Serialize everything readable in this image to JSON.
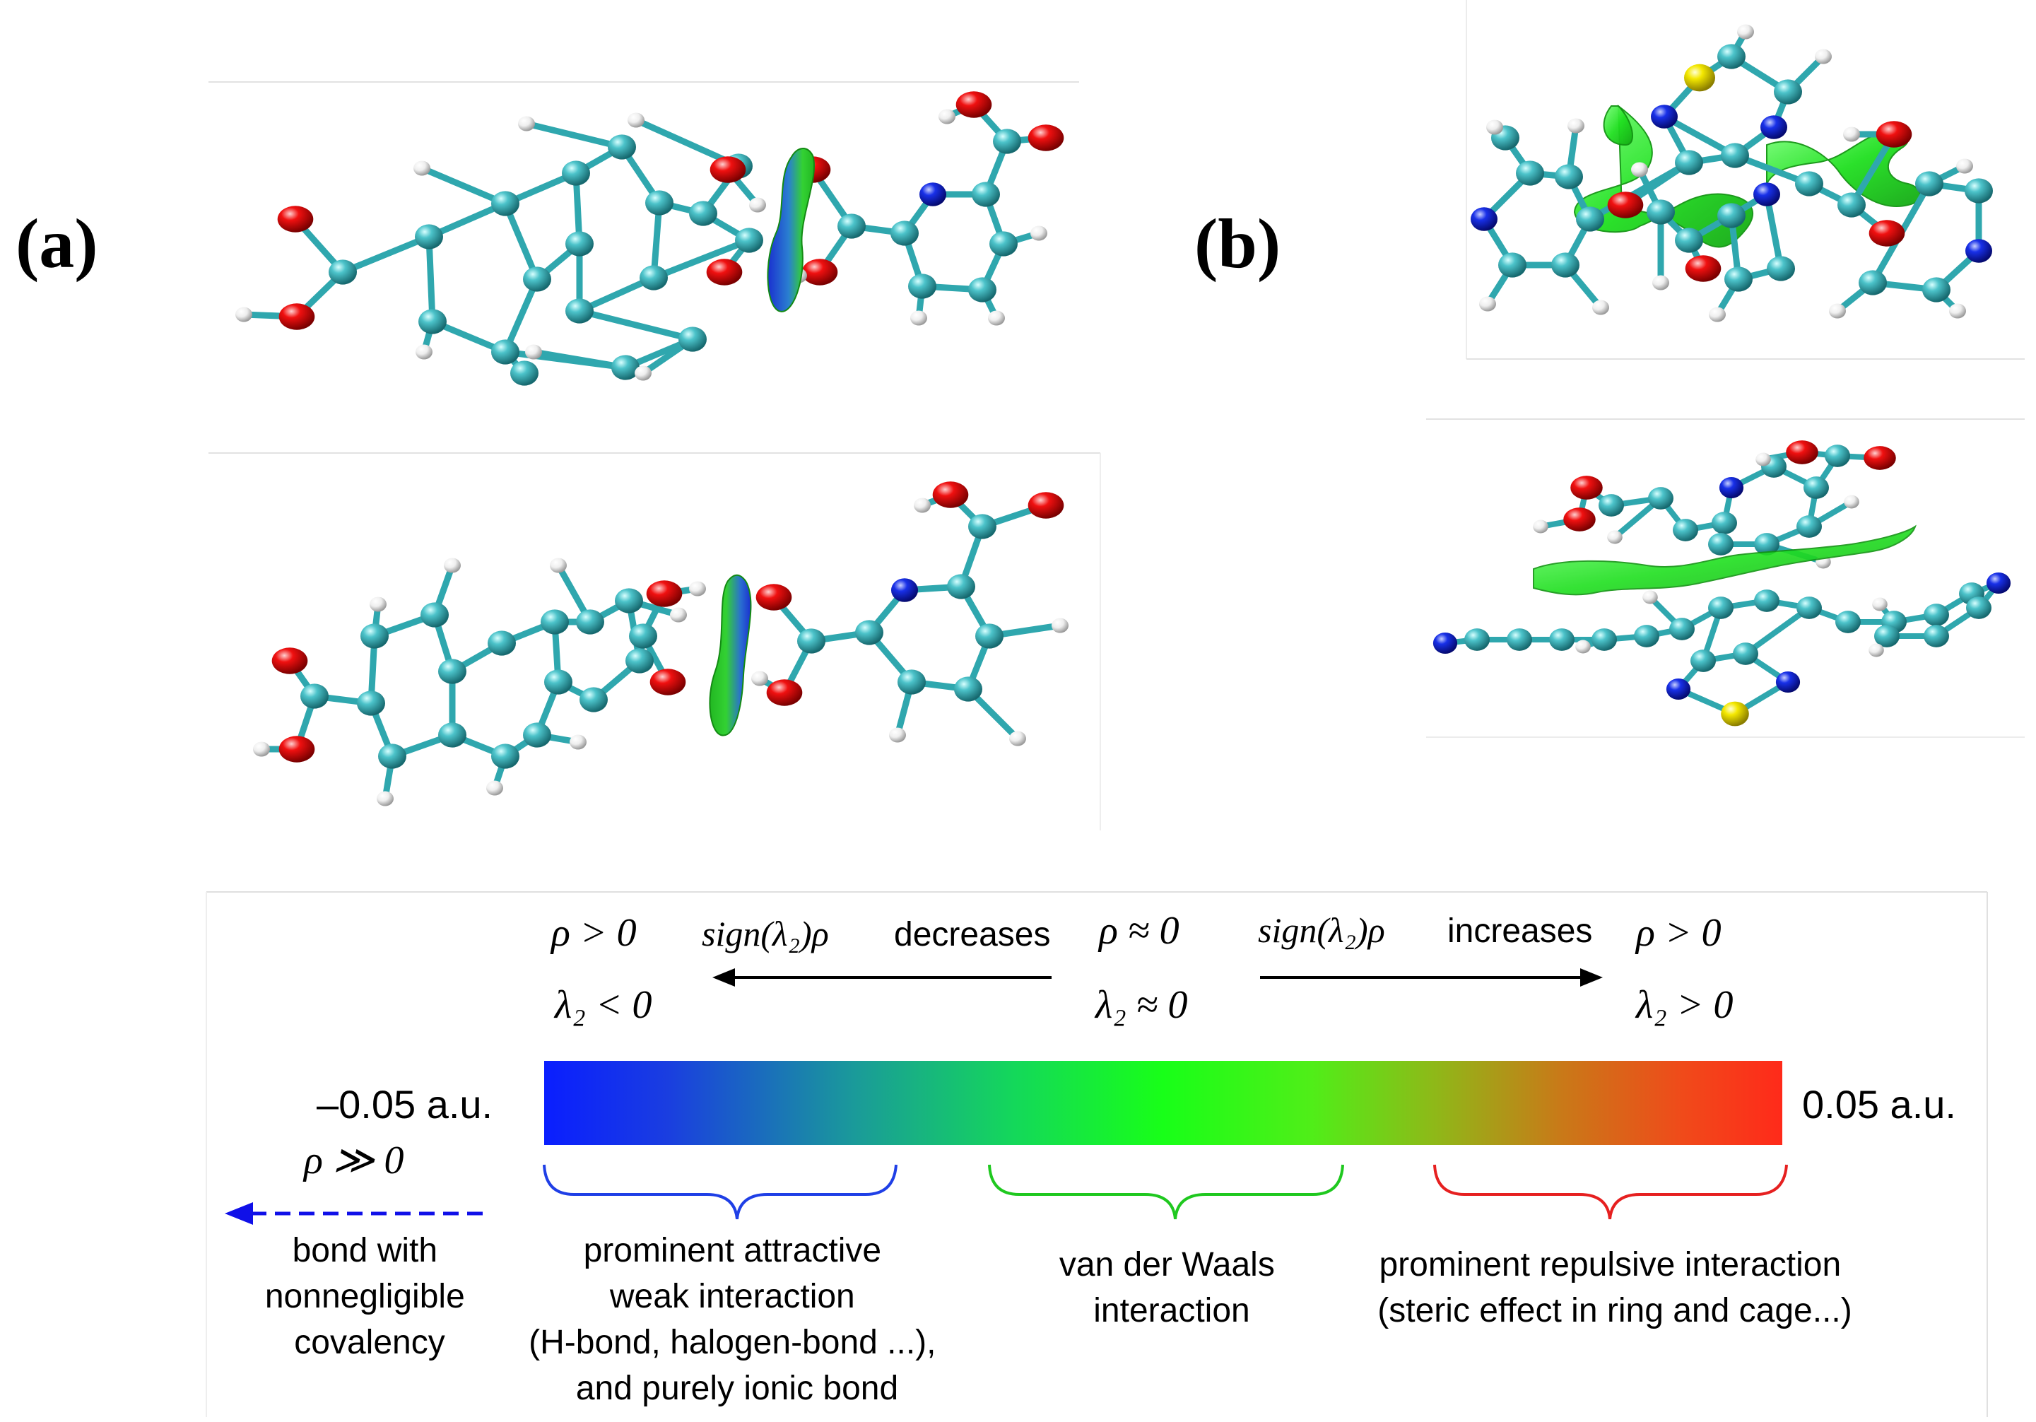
{
  "panels": {
    "a_label": "(a)",
    "b_label": "(b)"
  },
  "colors": {
    "carbon": "#2fa7ae",
    "oxygen": "#e00000",
    "nitrogen": "#0a20d8",
    "hydrogen": "#f2f2f2",
    "sulfur": "#ece200",
    "bond": "#2fa7ae",
    "surface_green": "#26e226",
    "surface_blue": "#2030d0",
    "brace_blue": "#1f3fe6",
    "brace_green": "#1fc81f",
    "brace_red": "#e62020"
  },
  "legend": {
    "left_rho": "ρ > 0",
    "left_lambda": "λ₂ < 0",
    "decreases_fn": "sign(λ₂)ρ",
    "decreases_word": "decreases",
    "center_rho": "ρ ≈ 0",
    "center_lambda": "λ₂ ≈ 0",
    "increases_fn": "sign(λ₂)ρ",
    "increases_word": "increases",
    "right_rho": "ρ > 0",
    "right_lambda": "λ₂ > 0",
    "min_label": "–0.05 a.u.",
    "max_label": "0.05 a.u.",
    "covalent_rho": "ρ ≫ 0",
    "covalent_text": [
      "bond with",
      "nonnegligible",
      "covalency"
    ],
    "attractive_text": [
      "prominent attractive",
      "weak interaction",
      "(H-bond, halogen-bond ...),",
      "and purely ionic bond"
    ],
    "vdw_text": [
      "van der Waals",
      "interaction"
    ],
    "repulsive_text": [
      "prominent repulsive interaction",
      "(steric effect in ring and cage...)"
    ],
    "scale_min": -0.05,
    "scale_max": 0.05
  }
}
